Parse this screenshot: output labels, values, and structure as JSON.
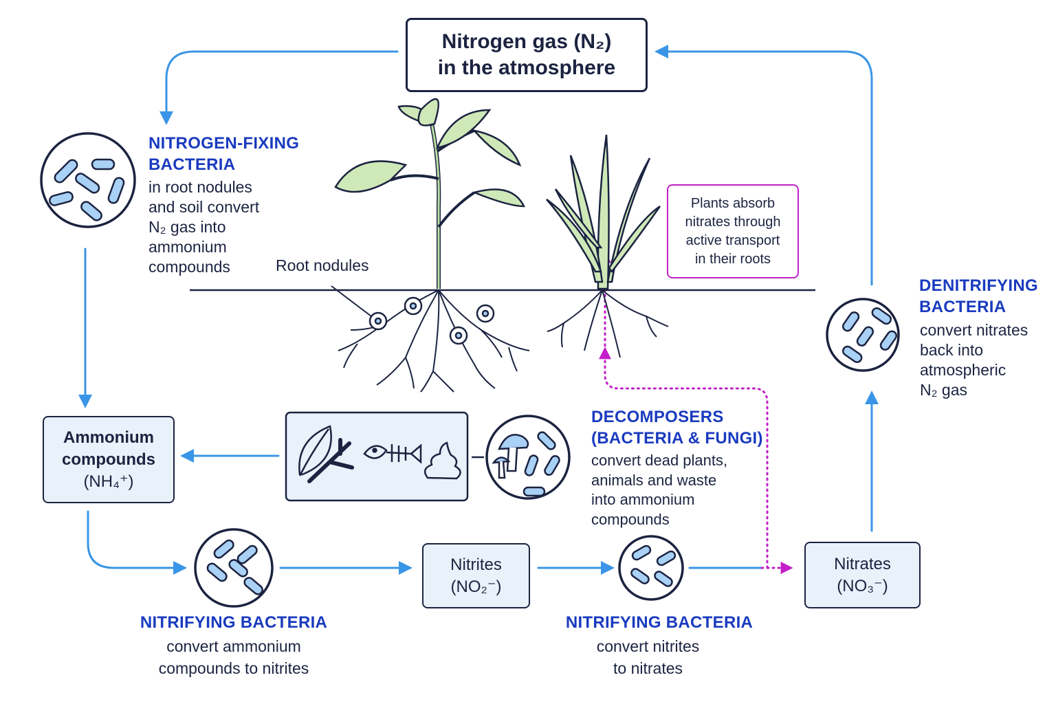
{
  "atmosphere": {
    "line1": "Nitrogen gas (N₂)",
    "line2": "in the atmosphere"
  },
  "fixing": {
    "heading1": "NITROGEN-FIXING",
    "heading2": "BACTERIA",
    "desc": [
      "in root nodules",
      "and soil convert",
      "N₂ gas into",
      "ammonium",
      "compounds"
    ]
  },
  "root_nodules_label": "Root nodules",
  "plants_note": [
    "Plants absorb",
    "nitrates through",
    "active transport",
    "in their roots"
  ],
  "denitrifying": {
    "heading1": "DENITRIFYING",
    "heading2": "BACTERIA",
    "desc": [
      "convert nitrates",
      "back into",
      "atmospheric",
      "N₂ gas"
    ]
  },
  "ammonium_box": [
    "Ammonium",
    "compounds",
    "(NH₄⁺)"
  ],
  "decomposers": {
    "heading1": "DECOMPOSERS",
    "heading2": "(BACTERIA & FUNGI)",
    "desc": [
      "convert dead plants,",
      "animals and waste",
      "into ammonium",
      "compounds"
    ]
  },
  "nitrites_box": [
    "Nitrites",
    "(NO₂⁻)"
  ],
  "nitrates_box": [
    "Nitrates",
    "(NO₃⁻)"
  ],
  "nitrifying1": {
    "heading": "NITRIFYING BACTERIA",
    "desc": [
      "convert ammonium",
      "compounds to nitrites"
    ]
  },
  "nitrifying2": {
    "heading": "NITRIFYING BACTERIA",
    "desc": [
      "convert nitrites",
      "to nitrates"
    ]
  },
  "colors": {
    "flow_arrow": "#3a95e6",
    "absorb_arrow": "#c21fc9",
    "heading": "#1a3bbf",
    "outline": "#1b2340",
    "leaf": "#cfe8b8",
    "bacteria": "#a9d0f5"
  },
  "icons": [
    "bacteria-icon",
    "leaf-icon",
    "twig-icon",
    "fish-bone-icon",
    "waste-icon",
    "mushroom-icon",
    "plant-icon",
    "grass-icon"
  ]
}
